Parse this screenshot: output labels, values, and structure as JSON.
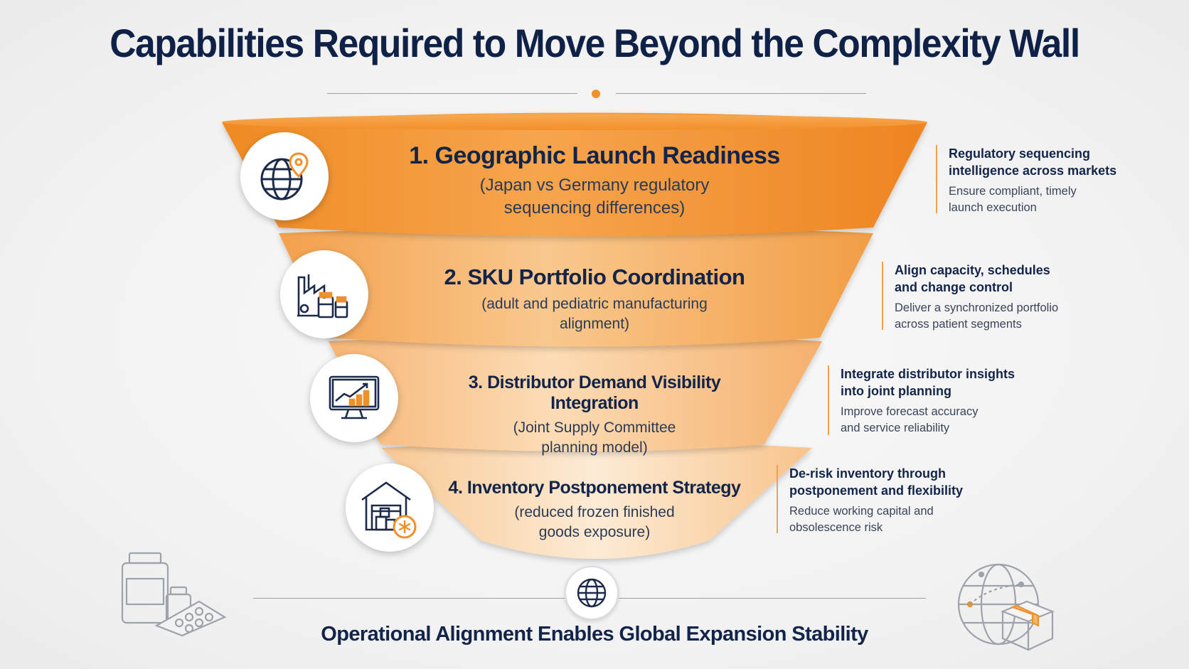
{
  "title": "Capabilities Required to Move Beyond the Complexity Wall",
  "tiers": [
    {
      "number": "1.",
      "title": "Geographic Launch Readiness",
      "subtitle_line1": "(Japan vs Germany regulatory",
      "subtitle_line2": "sequencing differences)",
      "icon": "globe-location-icon",
      "side_heading_line1": "Regulatory sequencing",
      "side_heading_line2": "intelligence across markets",
      "side_body_line1": "Ensure compliant, timely",
      "side_body_line2": "launch execution"
    },
    {
      "number": "2.",
      "title": "SKU Portfolio Coordination",
      "subtitle_line1": "(adult and pediatric manufacturing",
      "subtitle_line2": "alignment)",
      "icon": "factory-vials-icon",
      "side_heading_line1": "Align capacity, schedules",
      "side_heading_line2": "and change control",
      "side_body_line1": "Deliver a synchronized portfolio",
      "side_body_line2": "across patient segments"
    },
    {
      "number": "3.",
      "title": "Distributor Demand Visibility Integration",
      "subtitle_line1": "(Joint Supply Committee",
      "subtitle_line2": "planning model)",
      "icon": "monitor-chart-icon",
      "side_heading_line1": "Integrate distributor insights",
      "side_heading_line2": "into joint planning",
      "side_body_line1": "Improve forecast accuracy",
      "side_body_line2": "and service reliability"
    },
    {
      "number": "4.",
      "title": "Inventory Postponement Strategy",
      "subtitle_line1": "(reduced frozen finished",
      "subtitle_line2": "goods exposure)",
      "icon": "warehouse-snowflake-icon",
      "side_heading_line1": "De-risk inventory through",
      "side_heading_line2": "postponement and flexibility",
      "side_body_line1": "Reduce working capital and",
      "side_body_line2": "obsolescence risk"
    }
  ],
  "footer": "Operational Alignment Enables Global Expansion Stability",
  "colors": {
    "title": "#0f2147",
    "accent": "#f0902a",
    "tier1": "#f08a22",
    "tier4": "#fbe3c6"
  },
  "decorations": {
    "left": "medicine-bottles-icon",
    "bottom_center": "globe-icon",
    "right": "globe-package-icon"
  }
}
